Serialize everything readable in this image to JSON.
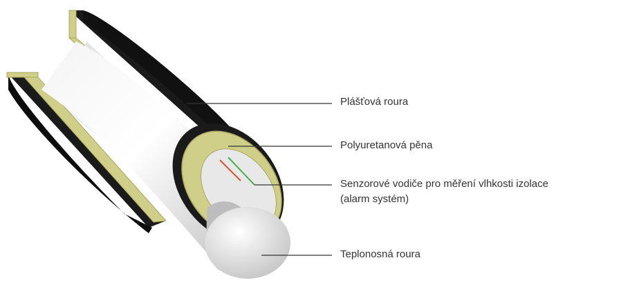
{
  "labels": {
    "outer_casing": "Plášťová roura",
    "pu_foam": "Polyuretanová pěna",
    "sensor_wires_line1": "Senzorové vodiče pro měření vlhkosti izolace",
    "sensor_wires_line2": "(alarm systém)",
    "carrier_pipe": "Teplonosná roura"
  },
  "colors": {
    "casing": "#1a1a1a",
    "foam": "#cfcf8a",
    "foam_edge": "#a8a860",
    "pipe_light": "#ffffff",
    "pipe_shade": "#bdbdbd",
    "leader_line": "#333333",
    "wire_red": "#d9532b",
    "wire_green": "#4caf50"
  }
}
